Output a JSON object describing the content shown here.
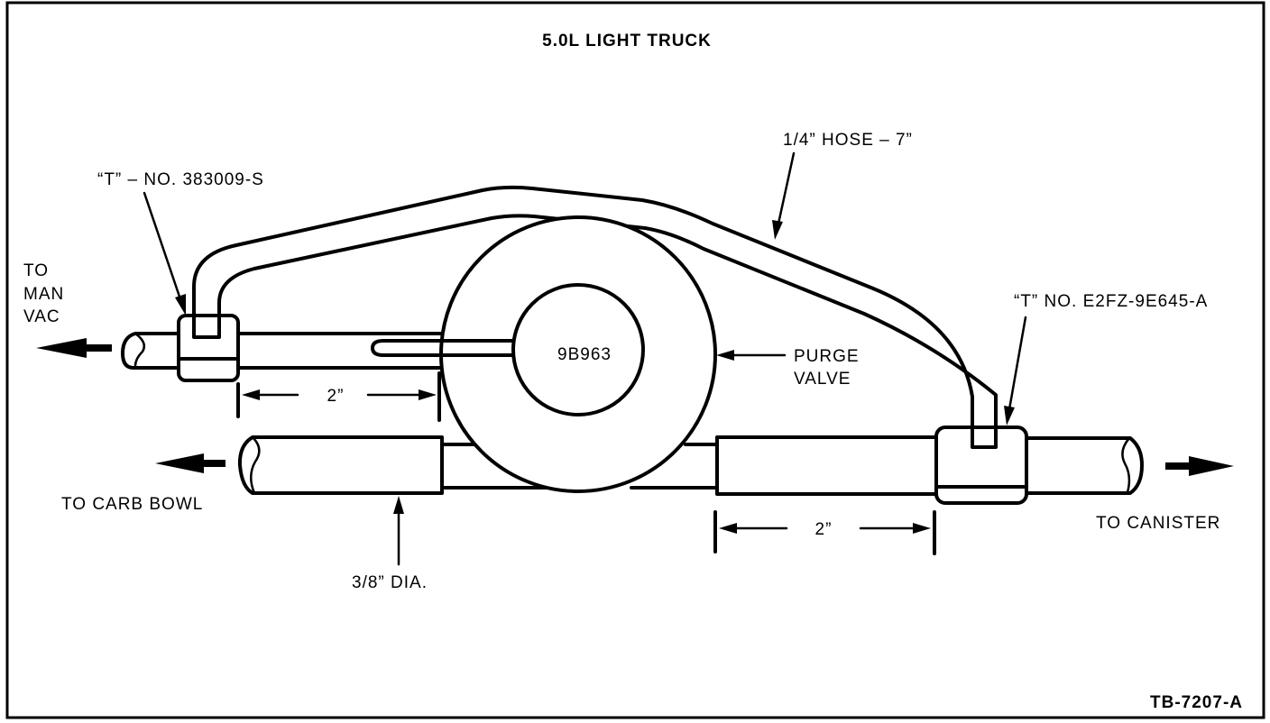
{
  "title": "5.0L LIGHT TRUCK",
  "labels": {
    "tee_left": "“T” – NO. 383009-S",
    "hose": "1/4” HOSE – 7”",
    "tee_right": "“T” NO. E2FZ-9E645-A",
    "to_man_vac_1": "TO",
    "to_man_vac_2": "MAN",
    "to_man_vac_3": "VAC",
    "valve_part": "9B963",
    "purge_valve_1": "PURGE",
    "purge_valve_2": "VALVE",
    "dim_left": "2”",
    "dim_right": "2”",
    "to_carb_bowl": "TO CARB BOWL",
    "to_canister": "TO CANISTER",
    "diameter": "3/8” DIA.",
    "figure_id": "TB-7207-A"
  }
}
